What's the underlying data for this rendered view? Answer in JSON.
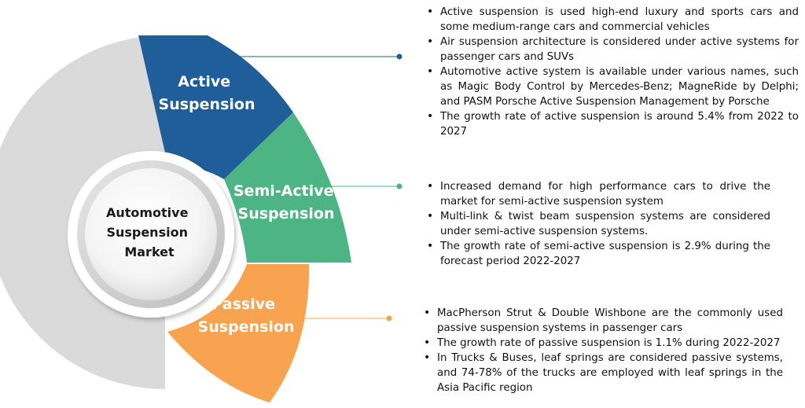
{
  "hub": {
    "title_lines": [
      "Automotive",
      "Suspension",
      "Market"
    ]
  },
  "segments": [
    {
      "id": "active",
      "label_lines": [
        "Active",
        "Suspension"
      ],
      "color": "#1f5e99",
      "bullets": [
        "Active suspension is used high-end luxury and sports cars and some medium-range cars and commercial vehicles",
        "Air suspension architecture is considered under active systems for passenger cars and SUVs",
        "Automotive active system is available under various names, such as Magic Body Control by Mercedes-Benz; MagneRide by Delphi; and PASM Porsche Active Suspension Management by Porsche",
        "The growth rate of active suspension is around 5.4% from 2022 to 2027"
      ]
    },
    {
      "id": "semi-active",
      "label_lines": [
        "Semi-Active",
        "Suspension"
      ],
      "color": "#4db584",
      "bullets": [
        "Increased demand for high performance cars to drive the market for semi-active suspension system",
        "Multi-link & twist beam suspension systems are considered under semi-active suspension systems.",
        "The growth rate of semi-active suspension is 2.9% during the forecast period 2022-2027"
      ]
    },
    {
      "id": "passive",
      "label_lines": [
        "Passive",
        "Suspension"
      ],
      "color": "#f7a34f",
      "bullets": [
        "MacPherson Strut & Double Wishbone are the commonly used passive suspension systems in passenger cars",
        "The growth rate of passive suspension is 1.1% during 2022-2027",
        "In Trucks & Buses, leaf springs are considered passive systems, and 74-78% of the trucks are employed with leaf springs in the Asia Pacific region"
      ]
    }
  ],
  "colors": {
    "backdrop": "#dadada",
    "hub_ring": "#cfcfcf",
    "hub_face": "#ffffff"
  }
}
